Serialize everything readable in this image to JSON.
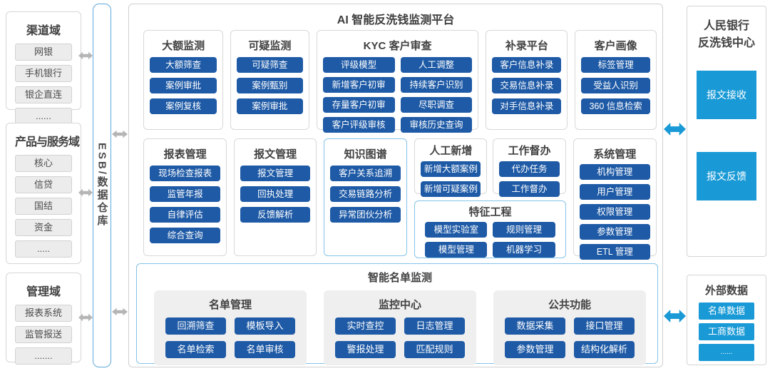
{
  "left_domains": [
    {
      "title": "渠道域",
      "items": [
        "网银",
        "手机银行",
        "银企直连",
        "......"
      ]
    },
    {
      "title": "产品与服务域",
      "items": [
        "核心",
        "信贷",
        "国结",
        "资金",
        "....."
      ]
    },
    {
      "title": "管理域",
      "items": [
        "报表系统",
        "监管报送",
        "......."
      ]
    }
  ],
  "esb": {
    "label": "ESB/数据仓库"
  },
  "platform": {
    "title": "AI 智能反洗钱监测平台",
    "row1": [
      {
        "title": "大额监测",
        "buttons": [
          "大额筛查",
          "案例审批",
          "案例复核"
        ]
      },
      {
        "title": "可疑监测",
        "buttons": [
          "可疑筛查",
          "案例甄别",
          "案例审批"
        ]
      },
      {
        "title": "KYC 客户审查",
        "buttons": [
          "评级模型",
          "人工调整",
          "新增客户初审",
          "持续客户识别",
          "存量客户初审",
          "尽职调查",
          "客户评级审核",
          "审核历史查询"
        ]
      },
      {
        "title": "补录平台",
        "buttons": [
          "客户信息补录",
          "交易信息补录",
          "对手信息补录"
        ]
      },
      {
        "title": "客户画像",
        "buttons": [
          "标签管理",
          "受益人识别",
          "360 信息检索"
        ]
      }
    ],
    "row2": [
      {
        "title": "报表管理",
        "buttons": [
          "现场检查报表",
          "监管年报",
          "自律评估",
          "综合查询"
        ]
      },
      {
        "title": "报文管理",
        "buttons": [
          "报文管理",
          "回执处理",
          "反馈解析"
        ]
      },
      {
        "title": "知识图谱",
        "buttons": [
          "客户关系追溯",
          "交易链路分析",
          "异常团伙分析"
        ]
      },
      {
        "title": "人工新增",
        "buttons": [
          "新增大额案例",
          "新增可疑案例"
        ]
      },
      {
        "title": "工作督办",
        "buttons": [
          "代办任务",
          "工作督办"
        ]
      },
      {
        "title": "特征工程",
        "buttons": [
          "模型实验室",
          "规则管理",
          "模型管理",
          "机器学习"
        ]
      },
      {
        "title": "系统管理",
        "buttons": [
          "机构管理",
          "用户管理",
          "权限管理",
          "参数管理",
          "ETL 管理"
        ]
      }
    ],
    "list_monitor": {
      "title": "智能名单监测",
      "groups": [
        {
          "title": "名单管理",
          "buttons": [
            "回溯筛查",
            "模板导入",
            "名单检索",
            "名单审核"
          ]
        },
        {
          "title": "监控中心",
          "buttons": [
            "实时查控",
            "日志管理",
            "警报处理",
            "匹配规则"
          ]
        },
        {
          "title": "公共功能",
          "buttons": [
            "数据采集",
            "接口管理",
            "参数管理",
            "结构化解析"
          ]
        }
      ]
    }
  },
  "pboc": {
    "title_lines": [
      "人民银行",
      "反洗钱中心"
    ],
    "blocks": [
      "报文接收",
      "报文反馈"
    ]
  },
  "external": {
    "title": "外部数据",
    "items": [
      "名单数据",
      "工商数据",
      "......"
    ]
  },
  "colors": {
    "module_button_blue": "#1e5aa6",
    "pboc_block_blue": "#199ad6",
    "gray_arrow": "#b5b5b5",
    "blue_arrow": "#199ad6",
    "light_blue_border": "#85c3e9"
  }
}
